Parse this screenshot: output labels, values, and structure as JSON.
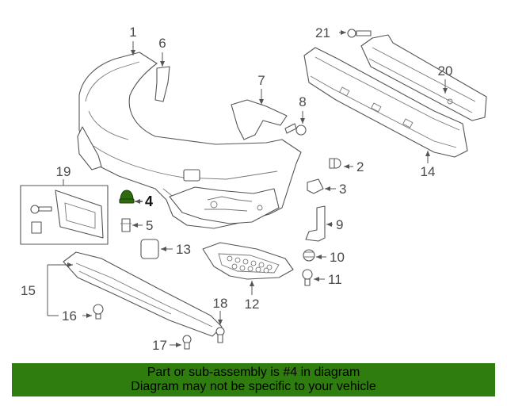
{
  "diagram": {
    "callouts": [
      "1",
      "2",
      "3",
      "4",
      "5",
      "6",
      "7",
      "8",
      "9",
      "10",
      "11",
      "12",
      "13",
      "14",
      "15",
      "16",
      "17",
      "18",
      "19",
      "20",
      "21"
    ],
    "highlighted_part": "4"
  },
  "banner": {
    "line1": "Part or sub-assembly is #4 in diagram",
    "line2": "Diagram may not be specific to your vehicle",
    "color": "#2e7d0e"
  },
  "colors": {
    "highlight": "#2e6b0f",
    "line": "#555555"
  }
}
